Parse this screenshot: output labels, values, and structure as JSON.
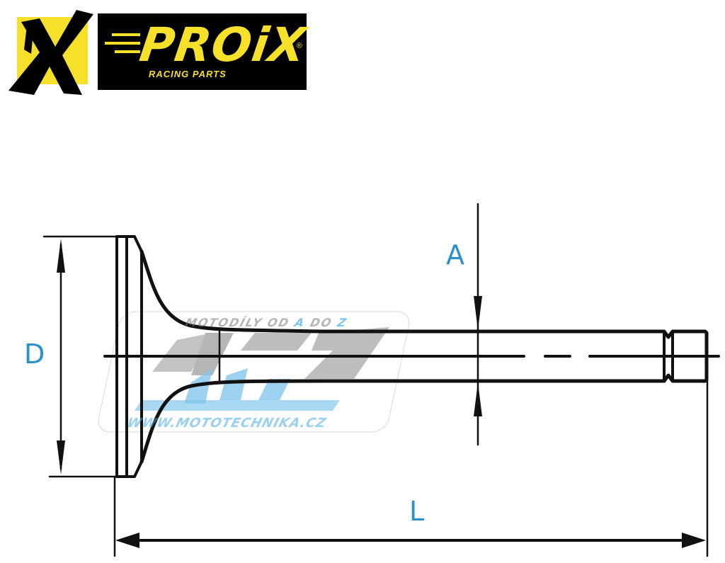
{
  "logo": {
    "brand": "PROX",
    "brand_display": "PROiX",
    "tagline": "RACING PARTS",
    "registered": "®",
    "colors": {
      "yellow": "#f7e02a",
      "black": "#000000"
    }
  },
  "diagram": {
    "subject": "engine valve",
    "dimensions": {
      "head_diameter": "D",
      "stem_diameter": "A",
      "overall_length": "L"
    },
    "label_color": "#2b8fc9",
    "line_color": "#111111"
  },
  "watermark": {
    "top_text_a": "MOTODÍLY OD ",
    "top_text_b": "A",
    "top_text_c": " DO ",
    "top_text_d": "Z",
    "logo_text": "MTZ",
    "url": "WWW.MOTOTECHNIKA.CZ",
    "colors": {
      "gray": "#9a9a9a",
      "blue": "#46aae6"
    }
  }
}
